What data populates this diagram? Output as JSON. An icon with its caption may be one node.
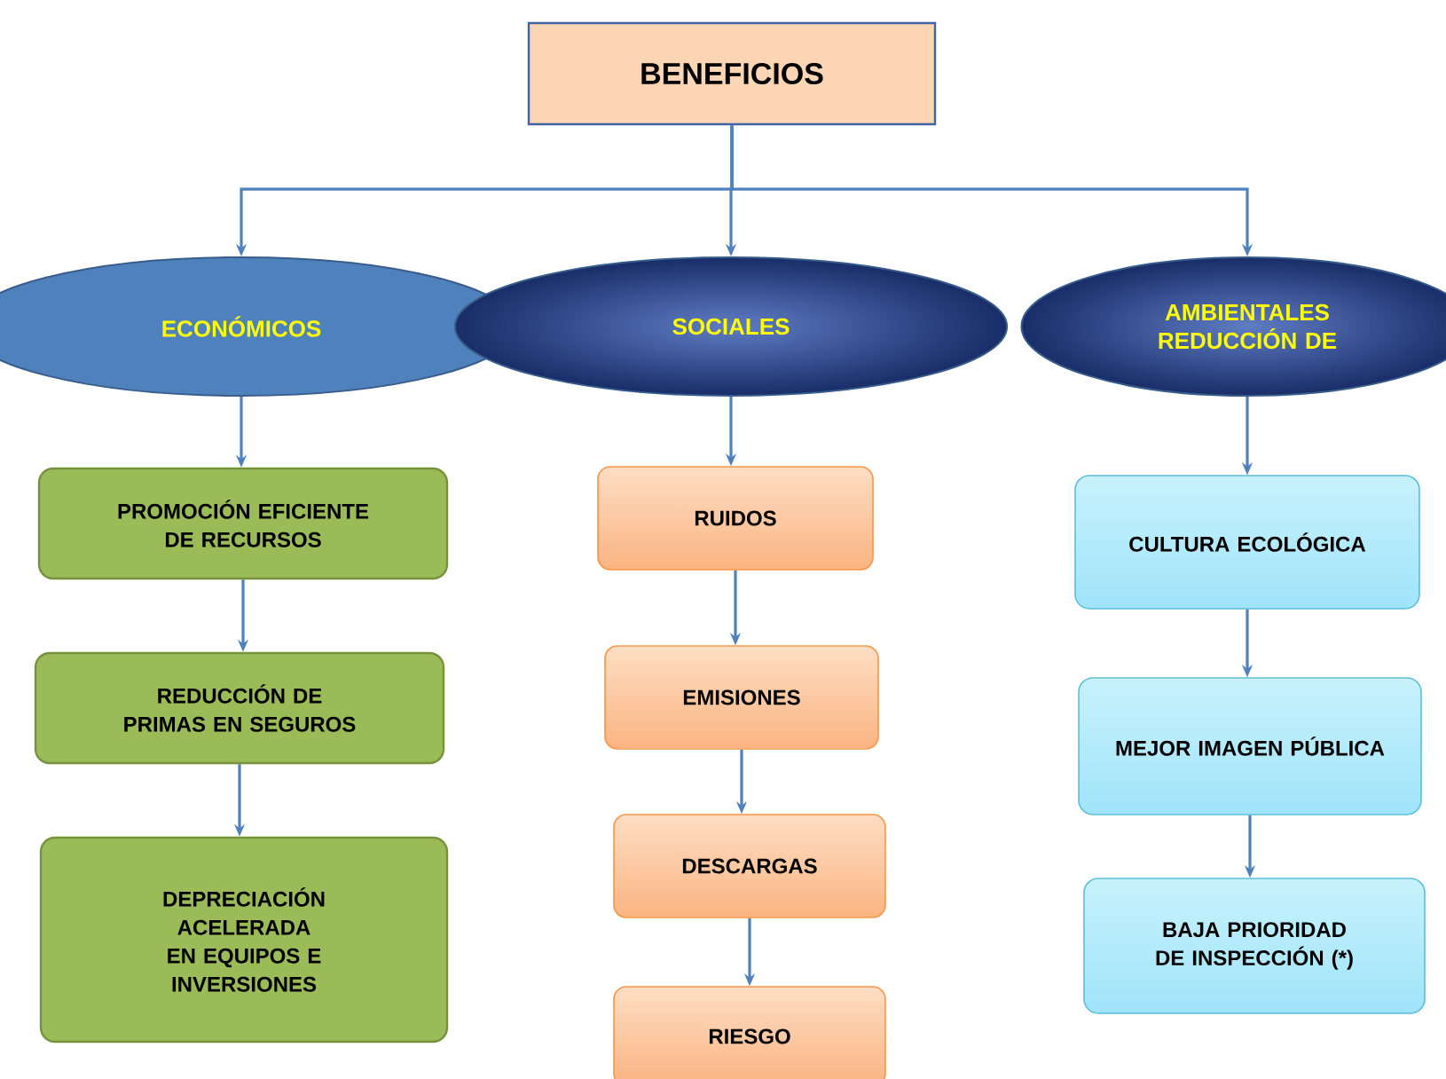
{
  "diagram": {
    "nodes": [
      {
        "text": [
          "BENEFICIOS"
        ]
      },
      {
        "text": [
          "ECONÓMICOS"
        ]
      },
      {
        "text": [
          "SOCIALES"
        ]
      },
      {
        "text": [
          "AMBIENTALES REDUCCIÓN DE"
        ]
      },
      {
        "text": [
          "PROMOCIÓN EFICIENTE DE RECURSOS"
        ]
      },
      {
        "text": [
          "REDUCCIÓN DE PRIMAS EN SEGUROS"
        ]
      },
      {
        "text": [
          "DEPRECIACIÓN ACELERADA EN EQUIPOS E INVERSIONES"
        ]
      },
      {
        "text": [
          "RUIDOS"
        ]
      },
      {
        "text": [
          "EMISIONES"
        ]
      },
      {
        "text": [
          "DESCARGAS"
        ]
      },
      {
        "text": [
          "RIESGO"
        ]
      },
      {
        "text": [
          "CULTURA ECOLÓGICA"
        ]
      },
      {
        "text": [
          "MEJOR IMAGEN PÚBLICA"
        ]
      },
      {
        "text": [
          "BAJA PRIORIDAD DE INSPECCIÓN (*)"
        ]
      }
    ],
    "edges": [
      {
        "from": 0,
        "to": 1,
        "arrow": "to"
      },
      {
        "from": 0,
        "to": 2,
        "arrow": "to"
      },
      {
        "from": 0,
        "to": 3,
        "arrow": "to"
      },
      {
        "from": 1,
        "to": 4,
        "arrow": "to"
      },
      {
        "from": 4,
        "to": 5,
        "arrow": "to"
      },
      {
        "from": 5,
        "to": 6,
        "arrow": "to"
      },
      {
        "from": 2,
        "to": 7,
        "arrow": "to"
      },
      {
        "from": 7,
        "to": 8,
        "arrow": "to"
      },
      {
        "from": 8,
        "to": 9,
        "arrow": "to"
      },
      {
        "from": 9,
        "to": 10,
        "arrow": "to"
      },
      {
        "from": 3,
        "to": 11,
        "arrow": "to"
      },
      {
        "from": 11,
        "to": 12,
        "arrow": "to"
      },
      {
        "from": 12,
        "to": 13,
        "arrow": "to"
      }
    ]
  }
}
